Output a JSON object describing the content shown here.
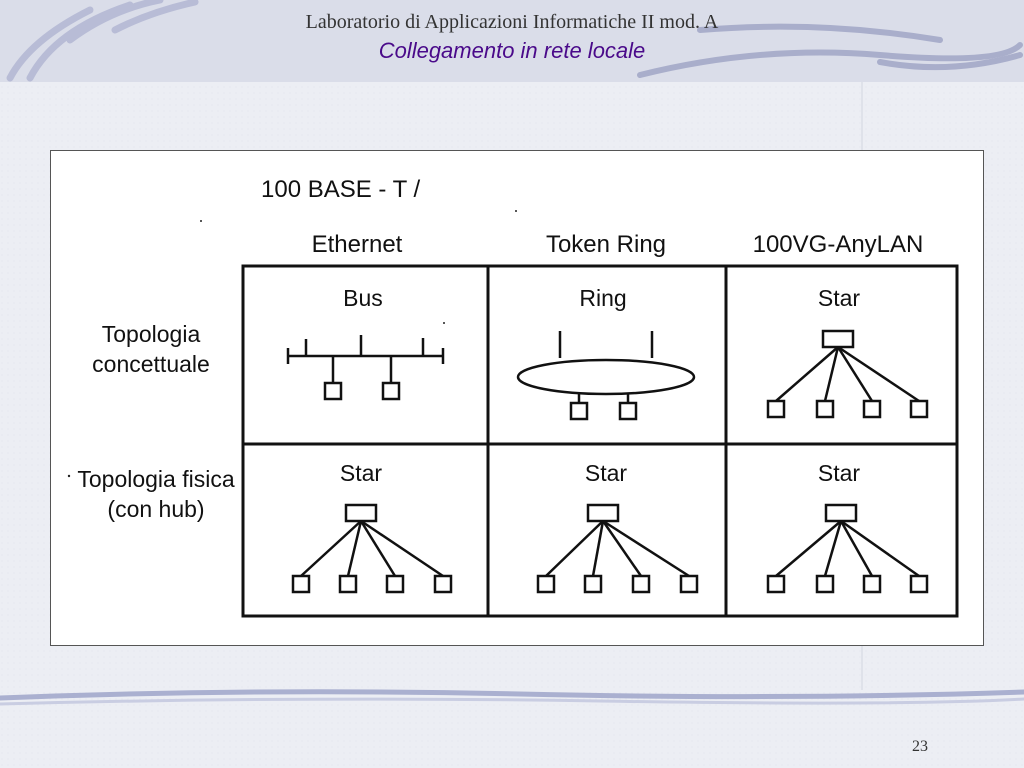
{
  "slide": {
    "header_line1": "Laboratorio di Applicazioni Informatiche II mod. A",
    "header_line2": "Collegamento in rete locale",
    "page_number": "23"
  },
  "figure": {
    "top_title": "100 BASE - T /",
    "columns": [
      "Ethernet",
      "Token Ring",
      "100VG-AnyLAN"
    ],
    "rows": [
      {
        "label": "Topologia concettuale",
        "cells": [
          "Bus",
          "Ring",
          "Star"
        ]
      },
      {
        "label": "Topologia fisica (con hub)",
        "cells": [
          "Star",
          "Star",
          "Star"
        ]
      }
    ]
  }
}
